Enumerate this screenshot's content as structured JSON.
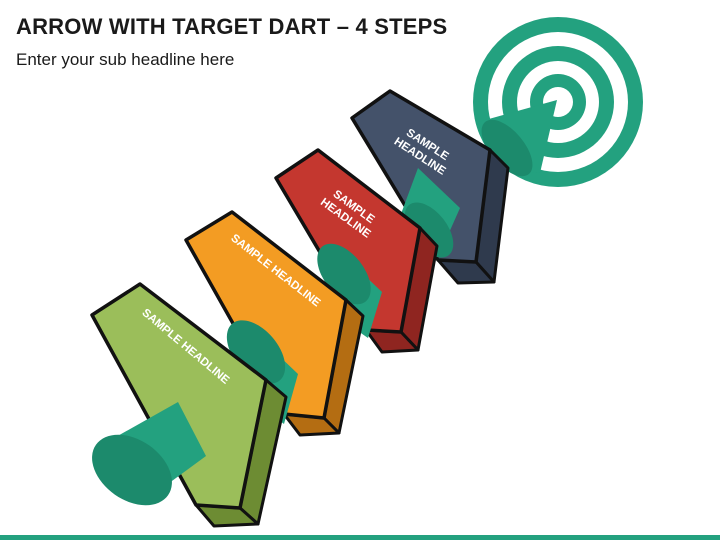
{
  "title": "ARROW WITH TARGET DART – 4 STEPS",
  "subtitle": "Enter your sub headline here",
  "steps": [
    {
      "label": "SAMPLE HEADLINE",
      "color": "#9bbe5a"
    },
    {
      "label": "SAMPLE HEADLINE",
      "color": "#f39c23"
    },
    {
      "label": "SAMPLE\nHEADLINE",
      "color": "#c4372f"
    },
    {
      "label": "SAMPLE\nHEADLINE",
      "color": "#44526a"
    }
  ],
  "colors": {
    "accent": "#23a17f",
    "target_dark": "#1c8a6c",
    "outline": "#111111",
    "footer": "#23a17f"
  },
  "icons": {
    "target": "bullseye-target-icon"
  }
}
